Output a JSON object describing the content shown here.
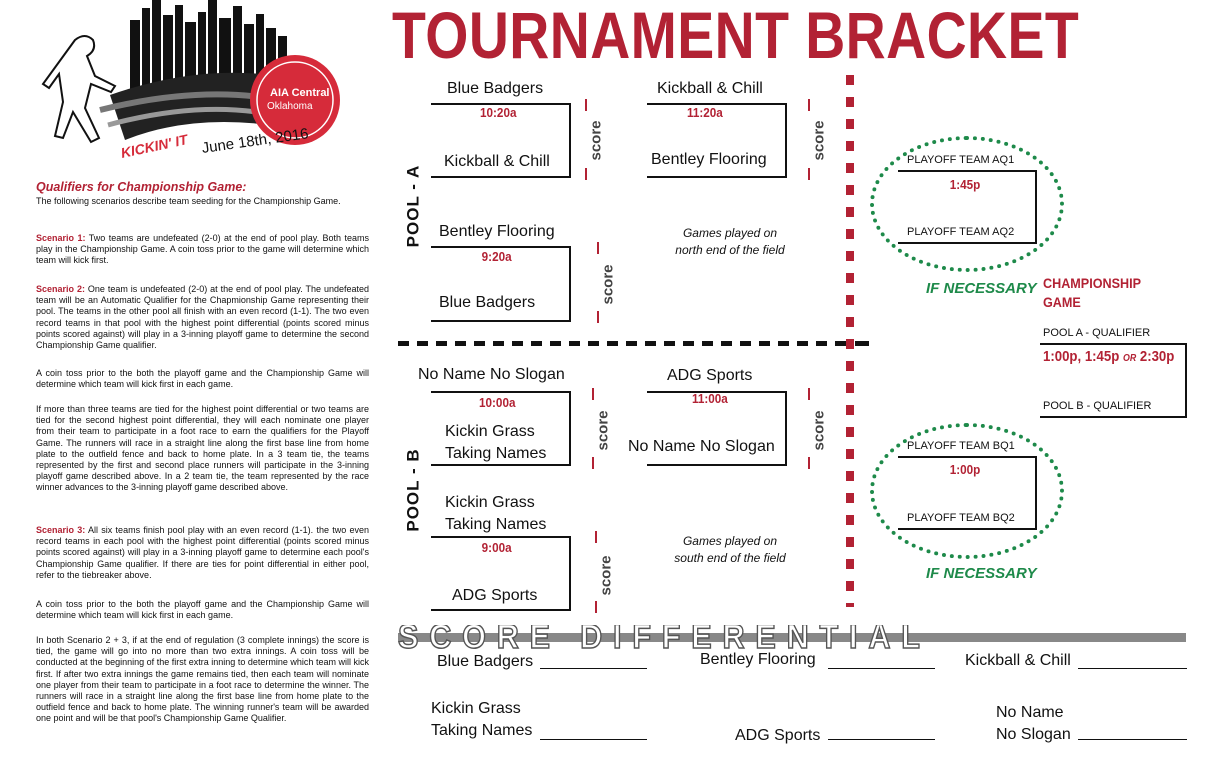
{
  "header": {
    "title": "TOURNAMENT BRACKET"
  },
  "logo": {
    "brand_line1": "AIA Central",
    "brand_line2": "Oklahoma",
    "event_name": "KICKIN' IT",
    "date": "June 18th, 2016"
  },
  "rules": {
    "heading": "Qualifiers for Championship Game:",
    "intro": "The following scenarios describe team seeding for the Championship Game.",
    "s1_label": "Scenario 1:",
    "s1_text": "Two teams are undefeated (2-0) at the end of pool play. Both teams play in the Championship Game. A coin toss prior to the game will determine which team will kick first.",
    "s2_label": "Scenario 2:",
    "s2_text": "One team is undefeated (2-0) at the end of pool play. The undefeated team will be an Automatic Qualifier for the Chapmionship Game representing their pool. The teams in the other pool all finish with an even record (1-1). The two even record teams in that pool with the highest point differential (points scored minus points scored against) will play in a 3-inning playoff game to determine the second Championship Game qualifier.",
    "p_coin1": "A coin toss prior to the both the playoff game and the Championship Game will determine which team will kick first in each game.",
    "p_tie": "If more than three teams are tied for the highest point differential or two teams are tied for the second highest point differential, they will each nominate one player from their team to participate in a foot race to earn the qualifiers for the Playoff Game. The runners will race in a straight line along the first base line from home plate to the outfield fence and back to home plate. In a 3 team tie, the teams represented by the first and second place runners will participate in the 3-inning playoff game described above. In a 2 team tie, the team represented by the race winner advances to the 3-inning playoff game described above.",
    "s3_label": "Scenario 3:",
    "s3_text": "All six teams finish pool play with an even record (1-1). the two even record teams in each pool with the highest point differential (points scored minus points scored against) will play in a 3-inning playoff game to determine each pool's Championship Game qualifier. If there are ties for point differential in either pool, refer to the tiebreaker above.",
    "p_coin2": "A coin toss prior to the both the playoff game and the Championship Game will determine which team will kick first in each game.",
    "p_final": "In both Scenario 2 + 3, if at the end of regulation (3 complete innings) the score is tied, the game will go into no more than two extra innings. A coin toss will be conducted at the beginning of the first extra inning to determine which team will kick first. If after two extra innings the game remains tied, then each team will nominate one player from their team to participate in a foot race to determine the winner. The runners will race in a straight line along the first base line from home plate to the outfield fence and back to home plate. The winning runner's team will be awarded one point and will be that pool's Championship Game Qualifier."
  },
  "score_label": "score",
  "pool_a": {
    "label": "POOL - A",
    "games": [
      {
        "top": "Blue Badgers",
        "bottom": "Kickball & Chill",
        "time": "10:20a"
      },
      {
        "top": "Kickball & Chill",
        "bottom": "Bentley Flooring",
        "time": "11:20a"
      },
      {
        "top": "Bentley Flooring",
        "bottom": "Blue Badgers",
        "time": "9:20a"
      }
    ],
    "note_line1": "Games played on",
    "note_line2": "north end of the field"
  },
  "pool_b": {
    "label": "POOL - B",
    "games": [
      {
        "top": "No Name No Slogan",
        "bottom_line1": "Kickin Grass",
        "bottom_line2": "Taking Names",
        "time": "10:00a"
      },
      {
        "top": "ADG Sports",
        "bottom": "No Name No Slogan",
        "time": "11:00a"
      },
      {
        "top_line1": "Kickin Grass",
        "top_line2": "Taking Names",
        "bottom": "ADG Sports",
        "time": "9:00a"
      }
    ],
    "note_line1": "Games played on",
    "note_line2": "south end of the field"
  },
  "playoffs": {
    "a": {
      "team1": "PLAYOFF TEAM AQ1",
      "team2": "PLAYOFF TEAM AQ2",
      "time": "1:45p"
    },
    "b": {
      "team1": "PLAYOFF TEAM BQ1",
      "team2": "PLAYOFF TEAM BQ2",
      "time": "1:00p"
    },
    "if_necessary": "IF NECESSARY"
  },
  "championship": {
    "line1": "CHAMPIONSHIP",
    "line2": "GAME",
    "qualifier_a": "POOL A - QUALIFIER",
    "qualifier_b": "POOL B - QUALIFIER",
    "time_part1": "1:00p, 1:45p",
    "time_or": "OR",
    "time_part2": "2:30p"
  },
  "score_differential": {
    "heading": "SCORE DIFFERENTIAL",
    "teams": {
      "blue_badgers": "Blue Badgers",
      "bentley": "Bentley Flooring",
      "kickball": "Kickball & Chill",
      "kickin_line1": "Kickin Grass",
      "kickin_line2": "Taking Names",
      "adg": "ADG Sports",
      "noname_line1": "No Name",
      "noname_line2": "No Slogan"
    }
  },
  "colors": {
    "accent_red": "#b22234",
    "green": "#1e8a4a",
    "black": "#111111"
  }
}
